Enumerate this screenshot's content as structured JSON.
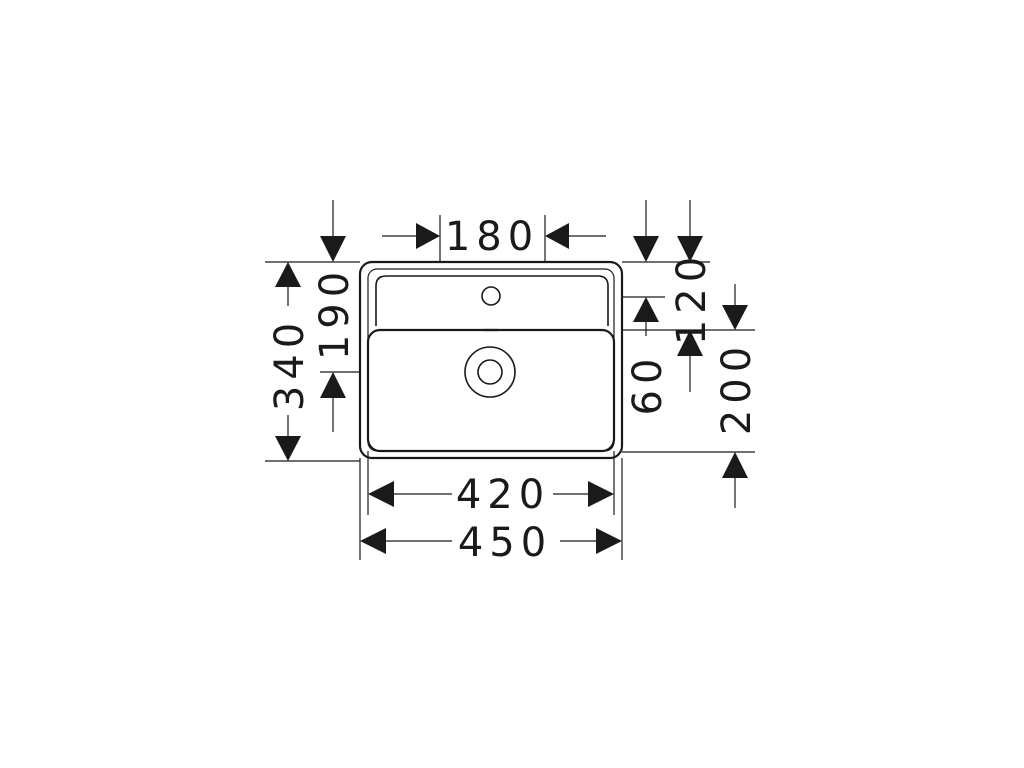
{
  "dimensions": {
    "tap_hole_spacing": "180",
    "overall_depth": "340",
    "tap_hole_depth": "190",
    "rear_shelf": "120",
    "front_offset": "60",
    "basin_height": "200",
    "inner_width": "420",
    "overall_width": "450"
  }
}
